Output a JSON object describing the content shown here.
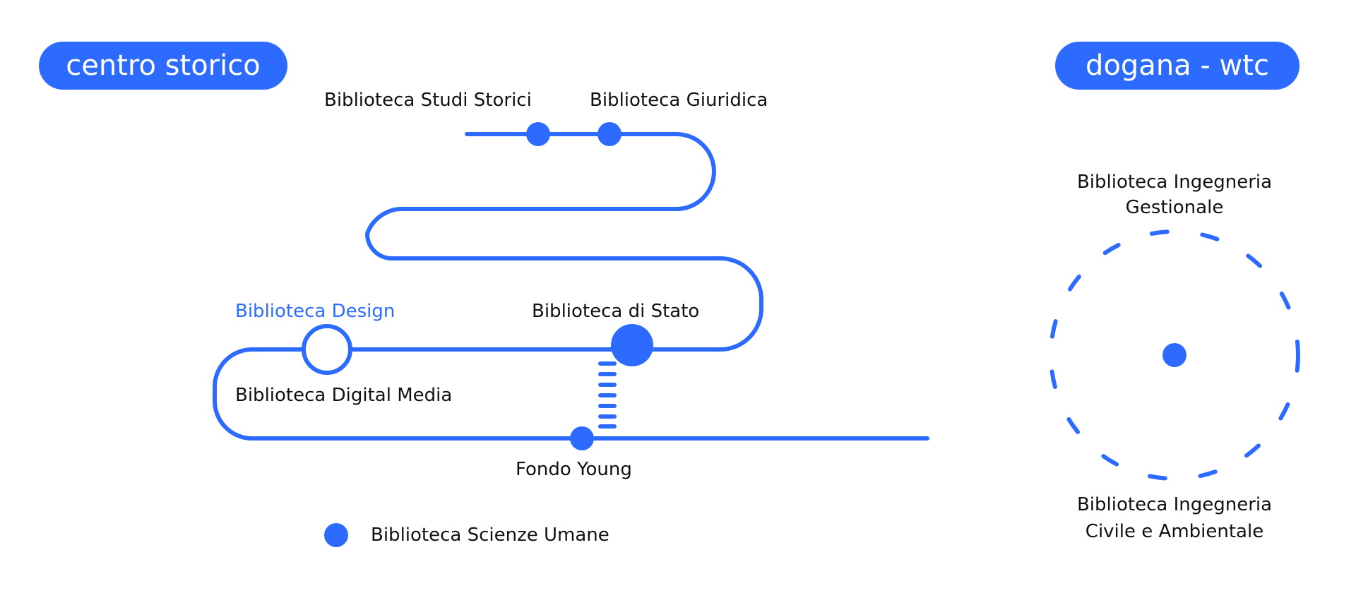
{
  "colors": {
    "accent": "#2d6bff",
    "text": "#111111"
  },
  "areas": {
    "left": "centro storico",
    "right": "dogana - wtc"
  },
  "stations": {
    "studi_storici": "Biblioteca Studi Storici",
    "giuridica": "Biblioteca Giuridica",
    "design": "Biblioteca Design",
    "stato": "Biblioteca di Stato",
    "digital_media": "Biblioteca Digital Media",
    "fondo_young": "Fondo Young",
    "scienze_umane": "Biblioteca Scienze Umane",
    "ing_gestionale_1": "Biblioteca Ingegneria",
    "ing_gestionale_2": "Gestionale",
    "ing_civile_1": "Biblioteca Ingegneria",
    "ing_civile_2": "Civile e Ambientale"
  }
}
